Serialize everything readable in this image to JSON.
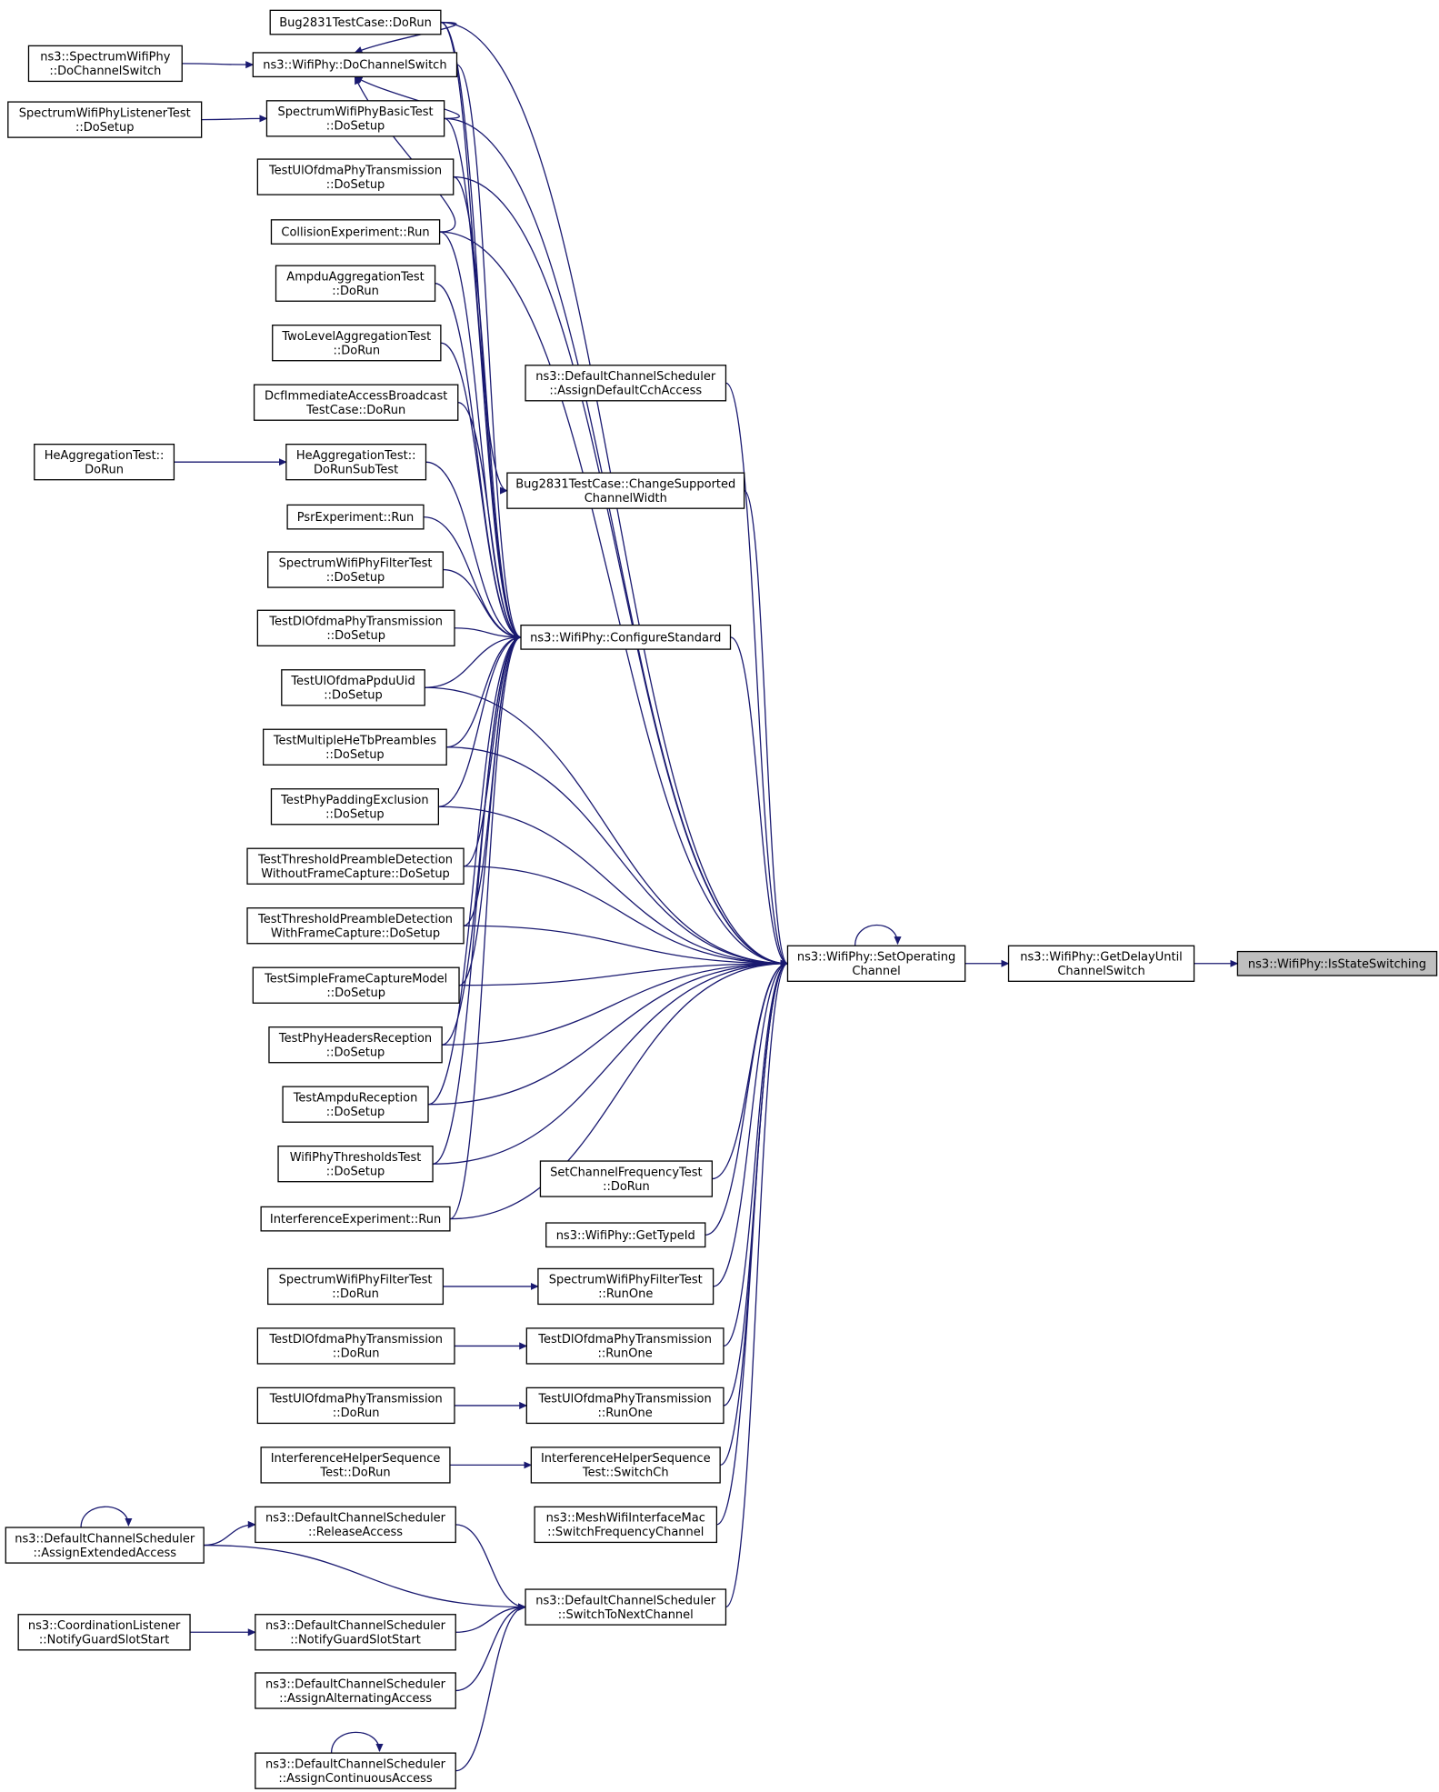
{
  "nodes": [
    {
      "id": "n_bugdorun",
      "lines": [
        "Bug2831TestCase::DoRun"
      ]
    },
    {
      "id": "n_specdochsw",
      "lines": [
        "ns3::SpectrumWifiPhy",
        "::DoChannelSwitch"
      ]
    },
    {
      "id": "n_wifidochsw",
      "lines": [
        "ns3::WifiPhy::DoChannelSwitch"
      ]
    },
    {
      "id": "n_speclistener",
      "lines": [
        "SpectrumWifiPhyListenerTest",
        "::DoSetup"
      ]
    },
    {
      "id": "n_specbasic",
      "lines": [
        "SpectrumWifiPhyBasicTest",
        "::DoSetup"
      ]
    },
    {
      "id": "n_ulofdmtx_setup",
      "lines": [
        "TestUlOfdmaPhyTransmission",
        "::DoSetup"
      ]
    },
    {
      "id": "n_collision",
      "lines": [
        "CollisionExperiment::Run"
      ]
    },
    {
      "id": "n_ampduagg",
      "lines": [
        "AmpduAggregationTest",
        "::DoRun"
      ]
    },
    {
      "id": "n_twolevel",
      "lines": [
        "TwoLevelAggregationTest",
        "::DoRun"
      ]
    },
    {
      "id": "n_dcfimm",
      "lines": [
        "DcfImmediateAccessBroadcast",
        "TestCase::DoRun"
      ]
    },
    {
      "id": "n_defcch",
      "lines": [
        "ns3::DefaultChannelScheduler",
        "::AssignDefaultCchAccess"
      ]
    },
    {
      "id": "n_heagg",
      "lines": [
        "HeAggregationTest::",
        "DoRun"
      ]
    },
    {
      "id": "n_heaggsub",
      "lines": [
        "HeAggregationTest::",
        "DoRunSubTest"
      ]
    },
    {
      "id": "n_bugchange",
      "lines": [
        "Bug2831TestCase::ChangeSupported",
        "ChannelWidth"
      ]
    },
    {
      "id": "n_psr",
      "lines": [
        "PsrExperiment::Run"
      ]
    },
    {
      "id": "n_specfilter_setup",
      "lines": [
        "SpectrumWifiPhyFilterTest",
        "::DoSetup"
      ]
    },
    {
      "id": "n_dlofdmtx_setup",
      "lines": [
        "TestDlOfdmaPhyTransmission",
        "::DoSetup"
      ]
    },
    {
      "id": "n_configstd",
      "lines": [
        "ns3::WifiPhy::ConfigureStandard"
      ]
    },
    {
      "id": "n_ulppdu",
      "lines": [
        "TestUlOfdmaPpduUid",
        "::DoSetup"
      ]
    },
    {
      "id": "n_multihetb",
      "lines": [
        "TestMultipleHeTbPreambles",
        "::DoSetup"
      ]
    },
    {
      "id": "n_padding",
      "lines": [
        "TestPhyPaddingExclusion",
        "::DoSetup"
      ]
    },
    {
      "id": "n_thrwithout",
      "lines": [
        "TestThresholdPreambleDetection",
        "WithoutFrameCapture::DoSetup"
      ]
    },
    {
      "id": "n_thrwith",
      "lines": [
        "TestThresholdPreambleDetection",
        "WithFrameCapture::DoSetup"
      ]
    },
    {
      "id": "n_setopch",
      "lines": [
        "ns3::WifiPhy::SetOperating",
        "Channel"
      ]
    },
    {
      "id": "n_getdelay",
      "lines": [
        "ns3::WifiPhy::GetDelayUntil",
        "ChannelSwitch"
      ]
    },
    {
      "id": "n_isstatesw",
      "lines": [
        "ns3::WifiPhy::IsStateSwitching"
      ]
    },
    {
      "id": "n_simplefc",
      "lines": [
        "TestSimpleFrameCaptureModel",
        "::DoSetup"
      ]
    },
    {
      "id": "n_phyheaders",
      "lines": [
        "TestPhyHeadersReception",
        "::DoSetup"
      ]
    },
    {
      "id": "n_ampdurx",
      "lines": [
        "TestAmpduReception",
        "::DoSetup"
      ]
    },
    {
      "id": "n_thresholds",
      "lines": [
        "WifiPhyThresholdsTest",
        "::DoSetup"
      ]
    },
    {
      "id": "n_setchfreq",
      "lines": [
        "SetChannelFrequencyTest",
        "::DoRun"
      ]
    },
    {
      "id": "n_interfexp",
      "lines": [
        "InterferenceExperiment::Run"
      ]
    },
    {
      "id": "n_gettypeid",
      "lines": [
        "ns3::WifiPhy::GetTypeId"
      ]
    },
    {
      "id": "n_specfilter_dorun",
      "lines": [
        "SpectrumWifiPhyFilterTest",
        "::DoRun"
      ]
    },
    {
      "id": "n_specfilter_runone",
      "lines": [
        "SpectrumWifiPhyFilterTest",
        "::RunOne"
      ]
    },
    {
      "id": "n_dlofdmtx_dorun",
      "lines": [
        "TestDlOfdmaPhyTransmission",
        "::DoRun"
      ]
    },
    {
      "id": "n_dlofdmtx_runone",
      "lines": [
        "TestDlOfdmaPhyTransmission",
        "::RunOne"
      ]
    },
    {
      "id": "n_ulofdmtx_dorun",
      "lines": [
        "TestUlOfdmaPhyTransmission",
        "::DoRun"
      ]
    },
    {
      "id": "n_ulofdmtx_runone",
      "lines": [
        "TestUlOfdmaPhyTransmission",
        "::RunOne"
      ]
    },
    {
      "id": "n_ihs_dorun",
      "lines": [
        "InterferenceHelperSequence",
        "Test::DoRun"
      ]
    },
    {
      "id": "n_ihs_switch",
      "lines": [
        "InterferenceHelperSequence",
        "Test::SwitchCh"
      ]
    },
    {
      "id": "n_releaseacc",
      "lines": [
        "ns3::DefaultChannelScheduler",
        "::ReleaseAccess"
      ]
    },
    {
      "id": "n_meshswitch",
      "lines": [
        "ns3::MeshWifiInterfaceMac",
        "::SwitchFrequencyChannel"
      ]
    },
    {
      "id": "n_assignext",
      "lines": [
        "ns3::DefaultChannelScheduler",
        "::AssignExtendedAccess"
      ]
    },
    {
      "id": "n_switchnext",
      "lines": [
        "ns3::DefaultChannelScheduler",
        "::SwitchToNextChannel"
      ]
    },
    {
      "id": "n_coordlist",
      "lines": [
        "ns3::CoordinationListener",
        "::NotifyGuardSlotStart"
      ]
    },
    {
      "id": "n_notifyguard",
      "lines": [
        "ns3::DefaultChannelScheduler",
        "::NotifyGuardSlotStart"
      ]
    },
    {
      "id": "n_assignalt",
      "lines": [
        "ns3::DefaultChannelScheduler",
        "::AssignAlternatingAccess"
      ]
    },
    {
      "id": "n_assigncont",
      "lines": [
        "ns3::DefaultChannelScheduler",
        "::AssignContinuousAccess"
      ]
    }
  ],
  "edges": [
    [
      "n_getdelay",
      "n_isstatesw"
    ],
    [
      "n_setopch",
      "n_getdelay"
    ],
    [
      "n_setopch",
      "n_setopch"
    ],
    [
      "n_configstd",
      "n_setopch"
    ],
    [
      "n_defcch",
      "n_setopch"
    ],
    [
      "n_bugchange",
      "n_setopch"
    ],
    [
      "n_bugdorun",
      "n_setopch"
    ],
    [
      "n_specbasic",
      "n_setopch"
    ],
    [
      "n_ulofdmtx_setup",
      "n_setopch"
    ],
    [
      "n_collision",
      "n_setopch"
    ],
    [
      "n_ulppdu",
      "n_setopch"
    ],
    [
      "n_multihetb",
      "n_setopch"
    ],
    [
      "n_padding",
      "n_setopch"
    ],
    [
      "n_thrwithout",
      "n_setopch"
    ],
    [
      "n_thrwith",
      "n_setopch"
    ],
    [
      "n_simplefc",
      "n_setopch"
    ],
    [
      "n_phyheaders",
      "n_setopch"
    ],
    [
      "n_ampdurx",
      "n_setopch"
    ],
    [
      "n_thresholds",
      "n_setopch"
    ],
    [
      "n_interfexp",
      "n_setopch"
    ],
    [
      "n_setchfreq",
      "n_setopch"
    ],
    [
      "n_gettypeid",
      "n_setopch"
    ],
    [
      "n_specfilter_runone",
      "n_setopch"
    ],
    [
      "n_dlofdmtx_runone",
      "n_setopch"
    ],
    [
      "n_ulofdmtx_runone",
      "n_setopch"
    ],
    [
      "n_ihs_switch",
      "n_setopch"
    ],
    [
      "n_meshswitch",
      "n_setopch"
    ],
    [
      "n_switchnext",
      "n_setopch"
    ],
    [
      "n_bugdorun",
      "n_configstd"
    ],
    [
      "n_wifidochsw",
      "n_configstd"
    ],
    [
      "n_specbasic",
      "n_configstd"
    ],
    [
      "n_ulofdmtx_setup",
      "n_configstd"
    ],
    [
      "n_collision",
      "n_configstd"
    ],
    [
      "n_ampduagg",
      "n_configstd"
    ],
    [
      "n_twolevel",
      "n_configstd"
    ],
    [
      "n_dcfimm",
      "n_configstd"
    ],
    [
      "n_heaggsub",
      "n_configstd"
    ],
    [
      "n_psr",
      "n_configstd"
    ],
    [
      "n_specfilter_setup",
      "n_configstd"
    ],
    [
      "n_dlofdmtx_setup",
      "n_configstd"
    ],
    [
      "n_ulppdu",
      "n_configstd"
    ],
    [
      "n_multihetb",
      "n_configstd"
    ],
    [
      "n_padding",
      "n_configstd"
    ],
    [
      "n_thrwithout",
      "n_configstd"
    ],
    [
      "n_thrwith",
      "n_configstd"
    ],
    [
      "n_simplefc",
      "n_configstd"
    ],
    [
      "n_phyheaders",
      "n_configstd"
    ],
    [
      "n_ampdurx",
      "n_configstd"
    ],
    [
      "n_thresholds",
      "n_configstd"
    ],
    [
      "n_interfexp",
      "n_configstd"
    ],
    [
      "n_bugdorun",
      "n_wifidochsw"
    ],
    [
      "n_specbasic",
      "n_wifidochsw"
    ],
    [
      "n_collision",
      "n_wifidochsw"
    ],
    [
      "n_specdochsw",
      "n_wifidochsw"
    ],
    [
      "n_speclistener",
      "n_specbasic"
    ],
    [
      "n_heagg",
      "n_heaggsub"
    ],
    [
      "n_bugdorun",
      "n_bugchange"
    ],
    [
      "n_specfilter_dorun",
      "n_specfilter_runone"
    ],
    [
      "n_dlofdmtx_dorun",
      "n_dlofdmtx_runone"
    ],
    [
      "n_ulofdmtx_dorun",
      "n_ulofdmtx_runone"
    ],
    [
      "n_ihs_dorun",
      "n_ihs_switch"
    ],
    [
      "n_assignext",
      "n_releaseacc"
    ],
    [
      "n_releaseacc",
      "n_switchnext"
    ],
    [
      "n_assignext",
      "n_switchnext"
    ],
    [
      "n_assignext",
      "n_assignext"
    ],
    [
      "n_notifyguard",
      "n_switchnext"
    ],
    [
      "n_coordlist",
      "n_notifyguard"
    ],
    [
      "n_assignalt",
      "n_switchnext"
    ],
    [
      "n_assigncont",
      "n_switchnext"
    ],
    [
      "n_assigncont",
      "n_assigncont"
    ]
  ],
  "highlight_node": "n_isstatesw",
  "colors": {
    "edge": "#191970",
    "node_border": "#000000",
    "node_fill": "#ffffff",
    "highlight_fill": "#bfbfbf"
  }
}
